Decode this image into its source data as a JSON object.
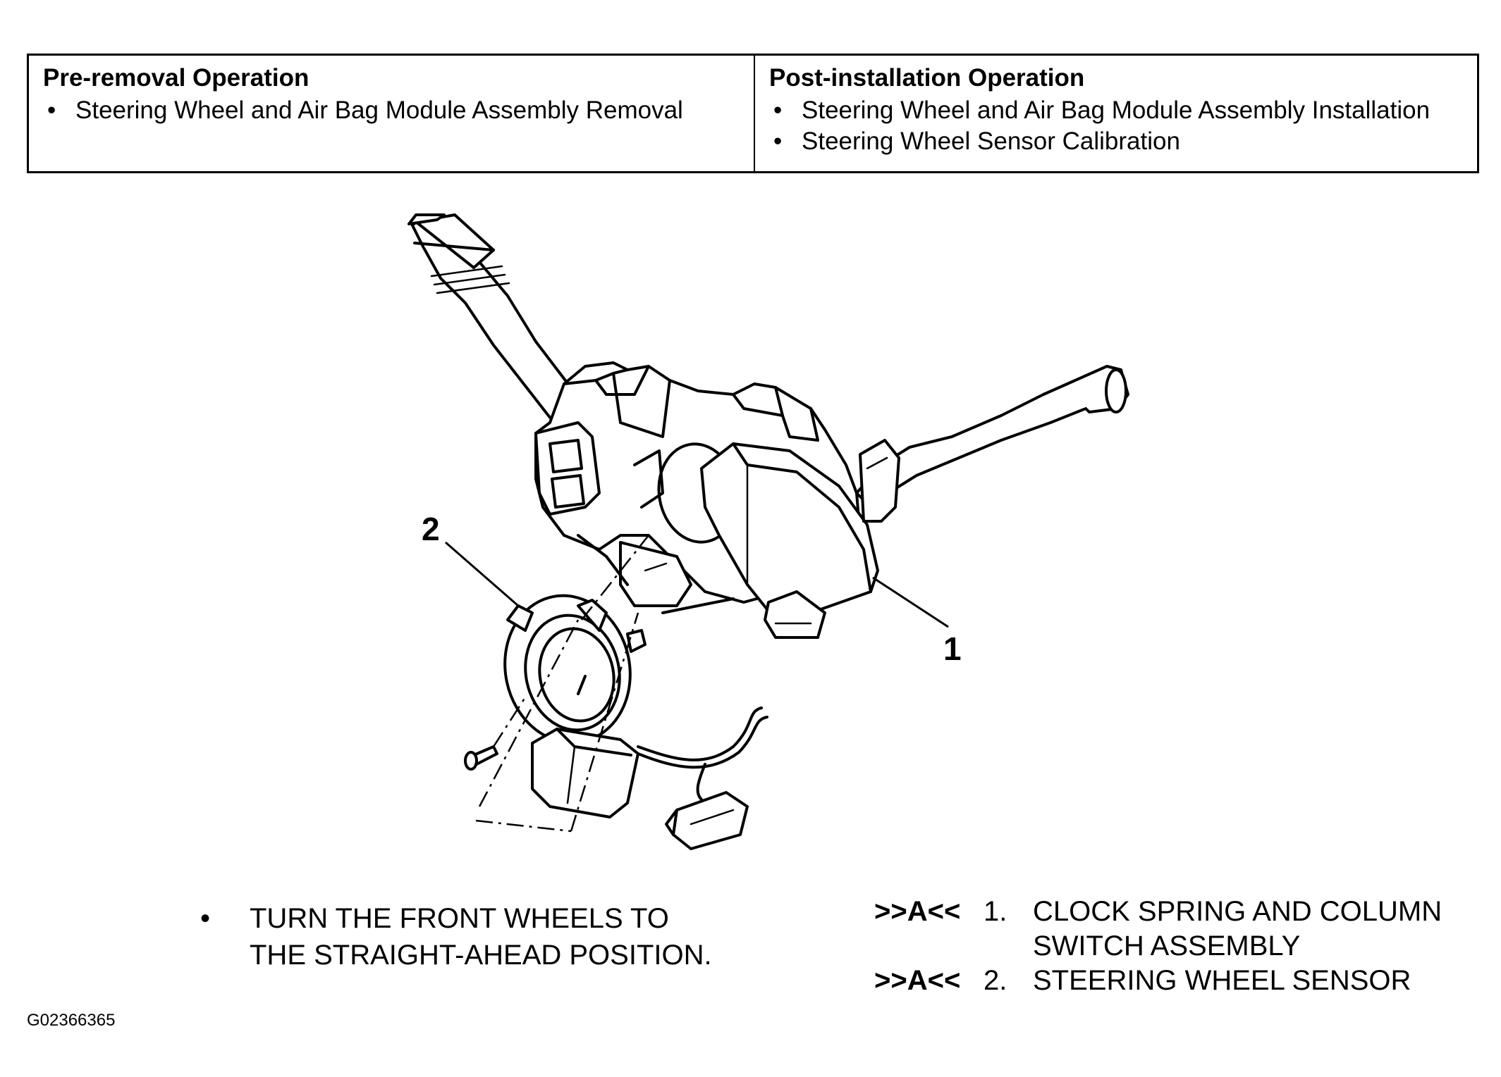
{
  "operations": {
    "pre_removal": {
      "heading": "Pre-removal Operation",
      "items": [
        "Steering Wheel and Air Bag Module Assembly Removal"
      ]
    },
    "post_installation": {
      "heading": "Post-installation Operation",
      "items": [
        "Steering Wheel and Air Bag Module Assembly Installation",
        "Steering Wheel Sensor Calibration"
      ]
    },
    "bullet": "•"
  },
  "callouts": {
    "one": "1",
    "two": "2"
  },
  "note": {
    "bullet": "•",
    "line1": "TURN THE FRONT WHEELS TO",
    "line2": "THE STRAIGHT-AHEAD POSITION."
  },
  "legend": [
    {
      "code": ">>A<<",
      "number": "1.",
      "line1": "CLOCK SPRING AND COLUMN",
      "line2": "SWITCH ASSEMBLY"
    },
    {
      "code": ">>A<<",
      "number": "2.",
      "line1": "STEERING WHEEL SENSOR"
    }
  ],
  "figure_id": "G02366365"
}
